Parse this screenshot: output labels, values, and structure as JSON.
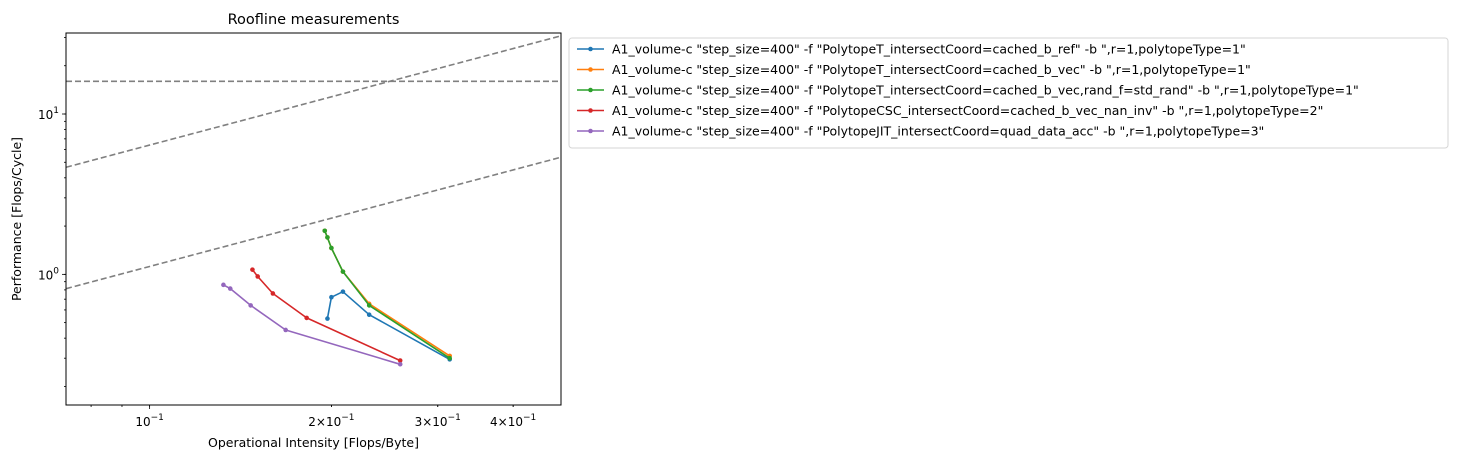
{
  "chart_data": {
    "type": "line",
    "title": "Roofline measurements",
    "xlabel": "Operational Intensity [Flops/Byte]",
    "ylabel": "Performance [Flops/Cycle]",
    "xscale": "log",
    "yscale": "log",
    "xlim": [
      0.0727,
      0.48
    ],
    "ylim": [
      0.1532,
      32.0
    ],
    "grid": false,
    "legend_position": "outside-right",
    "x_ticks": [
      {
        "value": 0.1,
        "base": "10",
        "exp": "−1"
      },
      {
        "value": 0.2,
        "base": "2×10",
        "exp": "−1"
      },
      {
        "value": 0.3,
        "base": "3×10",
        "exp": "−1"
      },
      {
        "value": 0.4,
        "base": "4×10",
        "exp": "−1"
      }
    ],
    "y_ticks": [
      {
        "value": 1,
        "base": "10",
        "exp": "0"
      },
      {
        "value": 10,
        "base": "10",
        "exp": "1"
      }
    ],
    "rooflines": [
      {
        "type": "horizontal",
        "y": 16.0,
        "color": "#808080"
      },
      {
        "type": "diagonal",
        "slope": 64.0,
        "color": "#808080"
      },
      {
        "type": "diagonal",
        "slope": 11.2,
        "color": "#808080"
      }
    ],
    "series": [
      {
        "name": "A1_volume-c \"step_size=400\" -f \"PolytopeT_intersectCoord=cached_b_ref\" -b \",r=1,polytopeType=1\"",
        "color": "#1f77b4",
        "points": [
          [
            0.197,
            0.53
          ],
          [
            0.2,
            0.72
          ],
          [
            0.209,
            0.78
          ],
          [
            0.231,
            0.56
          ],
          [
            0.314,
            0.295
          ]
        ]
      },
      {
        "name": "A1_volume-c \"step_size=400\" -f \"PolytopeT_intersectCoord=cached_b_vec\" -b \",r=1,polytopeType=1\"",
        "color": "#ff7f0e",
        "points": [
          [
            0.195,
            1.87
          ],
          [
            0.197,
            1.7
          ],
          [
            0.2,
            1.46
          ],
          [
            0.209,
            1.04
          ],
          [
            0.231,
            0.655
          ],
          [
            0.314,
            0.31
          ]
        ]
      },
      {
        "name": "A1_volume-c \"step_size=400\" -f \"PolytopeT_intersectCoord=cached_b_vec,rand_f=std_rand\" -b \",r=1,polytopeType=1\"",
        "color": "#2ca02c",
        "points": [
          [
            0.195,
            1.87
          ],
          [
            0.197,
            1.7
          ],
          [
            0.2,
            1.46
          ],
          [
            0.209,
            1.04
          ],
          [
            0.231,
            0.64
          ],
          [
            0.314,
            0.3
          ]
        ]
      },
      {
        "name": "A1_volume-c \"step_size=400\" -f \"PolytopeCSC_intersectCoord=cached_b_vec_nan_inv\" -b \",r=1,polytopeType=2\"",
        "color": "#d62728",
        "points": [
          [
            0.148,
            1.07
          ],
          [
            0.151,
            0.97
          ],
          [
            0.16,
            0.76
          ],
          [
            0.182,
            0.535
          ],
          [
            0.26,
            0.29
          ]
        ]
      },
      {
        "name": "A1_volume-c \"step_size=400\" -f \"PolytopeJIT_intersectCoord=quad_data_acc\" -b \",r=1,polytopeType=3\"",
        "color": "#9467bd",
        "points": [
          [
            0.1325,
            0.86
          ],
          [
            0.136,
            0.815
          ],
          [
            0.147,
            0.64
          ],
          [
            0.168,
            0.45
          ],
          [
            0.26,
            0.275
          ]
        ]
      }
    ]
  }
}
